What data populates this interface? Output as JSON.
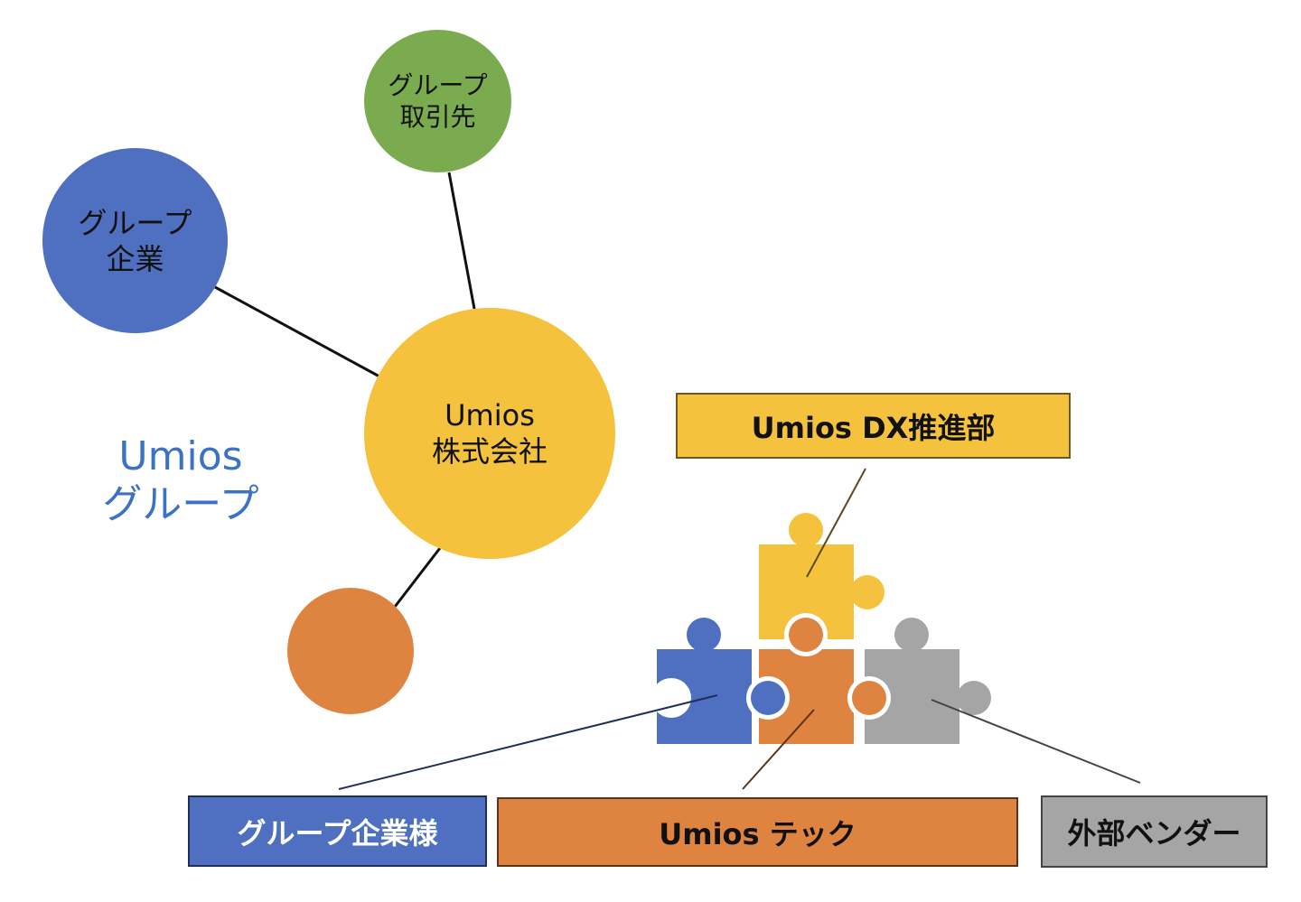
{
  "diagram": {
    "group_title": {
      "line1": "Umios",
      "line2": "グループ"
    },
    "circles": {
      "green": {
        "line1": "グループ",
        "line2": "取引先",
        "color": "#7aab4f"
      },
      "blue": {
        "line1": "グループ",
        "line2": "企業",
        "color": "#4f70c0"
      },
      "center": {
        "line1": "Umios",
        "line2": "株式会社",
        "color": "#f4c23c"
      },
      "orange": {
        "color": "#df8340"
      }
    },
    "labels": {
      "dx": "Umios DX推進部",
      "group_companies": "グループ企業様",
      "tech": "Umios テック",
      "vendor": "外部ベンダー"
    },
    "puzzle_colors": {
      "yellow": "#f4c23c",
      "blue": "#4f70c0",
      "orange": "#df8340",
      "gray": "#a5a5a5"
    }
  }
}
